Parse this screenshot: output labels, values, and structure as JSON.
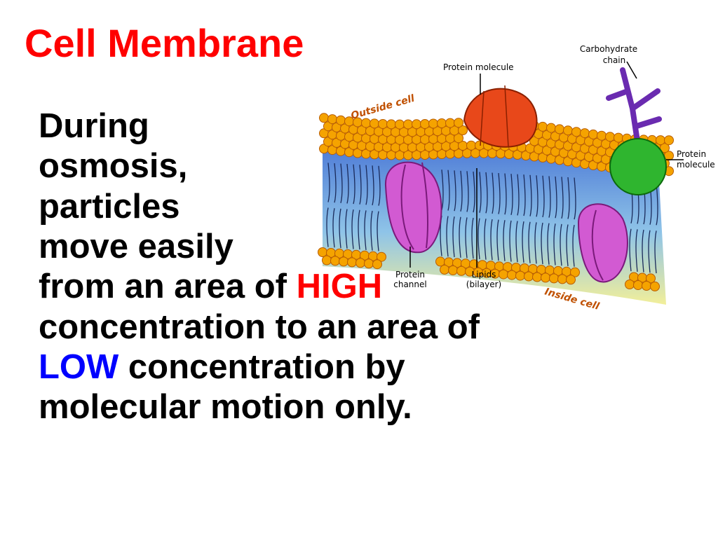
{
  "slide": {
    "title": "Cell Membrane",
    "body": {
      "line1": "During",
      "line2": "osmosis,",
      "line3": "particles",
      "line4": "move easily",
      "line5_pre": "from an area of ",
      "line5_high": "HIGH",
      "line6": "concentration to an area of",
      "line7_low": "LOW",
      "line7_post": " concentration by",
      "line8": "molecular motion only."
    }
  },
  "diagram": {
    "labels": {
      "carbohydrate_chain_line1": "Carbohydrate",
      "carbohydrate_chain_line2": "chain",
      "protein_molecule_top": "Protein molecule",
      "outside_cell": "Outside cell",
      "protein_molecule_right_line1": "Protein",
      "protein_molecule_right_line2": "molecule",
      "protein_channel_line1": "Protein",
      "protein_channel_line2": "channel",
      "lipids_line1": "Lipids",
      "lipids_line2": "(bilayer)",
      "inside_cell": "Inside cell"
    },
    "colors": {
      "lipid_head": "#f5a300",
      "lipid_outline": "#b85c00",
      "protein_top": "#e8481a",
      "protein_right": "#2fb52f",
      "protein_channel": "#d25ad2",
      "carbohydrate": "#6a2bb0",
      "side_label": "#c05000"
    }
  }
}
